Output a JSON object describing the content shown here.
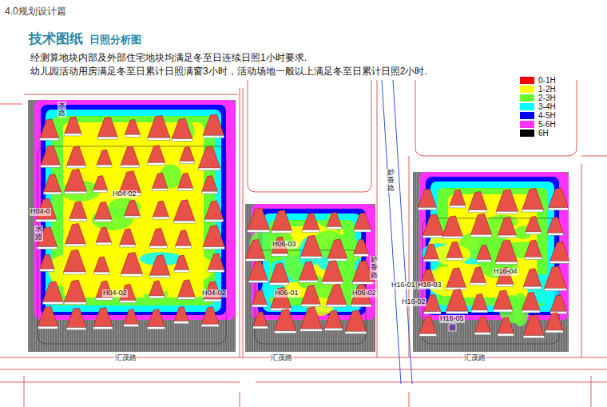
{
  "diagram": {
    "title": "技术图纸",
    "labels": [
      "4.0规划设计篇",
      "日照分析图",
      "经测算地块内部及外部住宅地块均满足冬至日连续日照1小时要求.",
      "幼儿园活动用房满足冬至日累计日照满窗3小时，活动场地一般以上满足冬至日累计日照2小时.",
      "水路",
      "妙香路",
      "H04-02",
      "H04-0",
      "水路",
      "H06-03",
      "妙香路",
      "H16-04",
      "H16-01",
      "H16-03",
      "H04-02",
      "H04-02",
      "H06-01",
      "H06-02",
      "H16-02",
      "H16-05",
      "汇茂路",
      "汇茂路",
      "汇茂路"
    ],
    "legend": [
      {
        "text": "0-1H",
        "color": "#ff0000"
      },
      {
        "text": "1-2H",
        "color": "#ffff00"
      },
      {
        "text": "2-3H",
        "color": "#66ff33"
      },
      {
        "text": "3-4H",
        "color": "#00ffff"
      },
      {
        "text": "4-5H",
        "color": "#0000ff"
      },
      {
        "text": "5-6H",
        "color": "#ff33ff"
      },
      {
        "text": "6H",
        "color": "#000000"
      }
    ]
  }
}
